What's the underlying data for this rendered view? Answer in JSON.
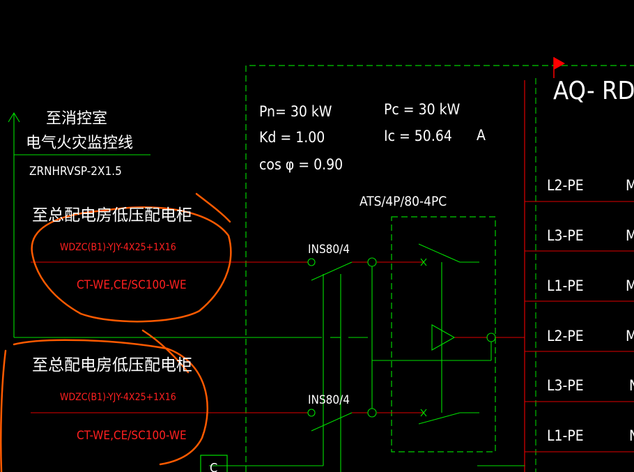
{
  "colors": {
    "background": "#000000",
    "wire_green": "#00e000",
    "wire_red": "#e00000",
    "text_white": "#ffffff",
    "text_red": "#ff2020",
    "markup_orange": "#ff5a00",
    "flag_red": "#ff0000",
    "dashed_green": "#00d000"
  },
  "icons": {
    "flag": "red-flag-marker-icon"
  },
  "params": {
    "pn": "Pn=  30  kW",
    "pc": "Pc  = 30  kW",
    "kd": "Kd  = 1.00",
    "ic": "Ic  = 50.64",
    "ic_unit": "A",
    "cos": "cos φ  = 0.90"
  },
  "title": "AQ- RD",
  "ats_label": "ATS/4P/80-4PC",
  "switches": {
    "top": "INS80/4",
    "bottom": "INS80/4"
  },
  "fire_monitor": {
    "line1": "至消控室",
    "line2": "电气火灾监控线",
    "cable": "ZRNHRVSP-2X1.5"
  },
  "feeders": [
    {
      "title": "至总配电房低压配电柜",
      "cable": "WDZC(B1)-YJY-4X25+1X16",
      "conduit": "CT-WE,CE/SC100-WE"
    },
    {
      "title": "至总配电房低压配电柜",
      "cable": "WDZC(B1)-YJY-4X25+1X16",
      "conduit": "CT-WE,CE/SC100-WE"
    }
  ],
  "outgoing_circuits": [
    {
      "phase": "L2-PE",
      "suffix": "M"
    },
    {
      "phase": "L3-PE",
      "suffix": "M"
    },
    {
      "phase": "L1-PE",
      "suffix": "M"
    },
    {
      "phase": "L2-PE",
      "suffix": "M"
    },
    {
      "phase": "L3-PE",
      "suffix": "N"
    },
    {
      "phase": "L1-PE",
      "suffix": "N"
    }
  ],
  "box_mark": "C"
}
